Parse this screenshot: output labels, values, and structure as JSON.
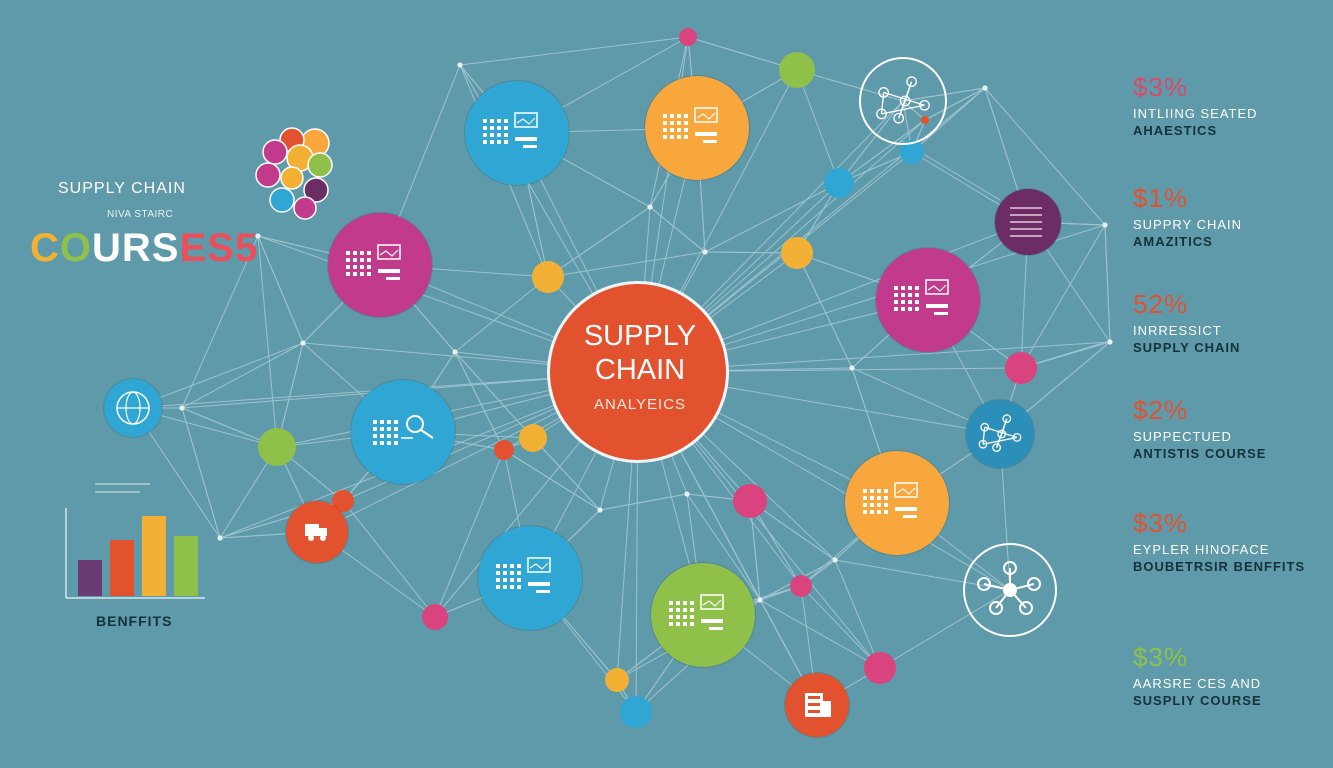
{
  "left_panel": {
    "title_line": "SUPPLY CHAIN",
    "subtitle": "NIVA STAIRC",
    "course_letters": [
      {
        "char": "C",
        "color": "#f2b134"
      },
      {
        "char": "O",
        "color": "#8fc04a"
      },
      {
        "char": "U",
        "color": "#ffffff"
      },
      {
        "char": "R",
        "color": "#ffffff"
      },
      {
        "char": "S",
        "color": "#ffffff"
      },
      {
        "char": "E",
        "color": "#e8505b"
      },
      {
        "char": "S",
        "color": "#e8505b"
      },
      {
        "char": "5",
        "color": "#e8505b"
      }
    ],
    "benefits_label": "BENFFITS",
    "bar_chart_values": [
      0.45,
      0.7,
      1.0,
      0.75
    ],
    "bar_chart_colors": [
      "#6b3b73",
      "#e3522e",
      "#f2b134",
      "#8fc04a"
    ]
  },
  "center": {
    "line1": "SUPPLY",
    "line2": "CHAIN",
    "line3": "ANALYEICS",
    "color": "#e3522e"
  },
  "stats": [
    {
      "pct": "$3%",
      "l1": "INTLIING SEATED",
      "l2": "AHAESTICS",
      "color": "#d84a6a"
    },
    {
      "pct": "$1%",
      "l1": "SUPPRY CHAIN",
      "l2": "AMAZITICS",
      "color": "#e3522e"
    },
    {
      "pct": "52%",
      "l1": "INRRESSICT",
      "l2": "SUPPLY CHAIN",
      "color": "#e3522e"
    },
    {
      "pct": "$2%",
      "l1": "SUPPECTUED",
      "l2": "ANTISTIS COURSE",
      "color": "#e3522e"
    },
    {
      "pct": "$3%",
      "l1": "EYPLER HINOFACE",
      "l2": "BOUBETRSIR BENFFITS",
      "color": "#e3522e"
    },
    {
      "pct": "$3%",
      "l1": "AARSRE CES AND",
      "l2": "SUSPLIY COURSE",
      "color": "#8fc04a"
    }
  ],
  "colors": {
    "background": "#5f9aaa",
    "blue": "#2fa6d3",
    "orange": "#f7a73c",
    "magenta": "#c23a8c",
    "green": "#8fc04a",
    "red": "#e3522e",
    "purple": "#6b2d63",
    "yellow": "#f2b134",
    "pink": "#d9447e"
  },
  "nodes": [
    {
      "id": "hub-blue-top",
      "icon": "dashboard-icon"
    },
    {
      "id": "hub-orange-top",
      "icon": "dashboard-icon"
    },
    {
      "id": "hub-magenta-left",
      "icon": "dashboard-icon"
    },
    {
      "id": "hub-blue-left",
      "icon": "magnifier-icon"
    },
    {
      "id": "hub-blue-bottom",
      "icon": "dashboard-icon"
    },
    {
      "id": "hub-green-bottom",
      "icon": "dashboard-icon"
    },
    {
      "id": "hub-magenta-right",
      "icon": "dashboard-icon"
    },
    {
      "id": "hub-orange-right",
      "icon": "dashboard-icon"
    },
    {
      "id": "hub-purple-right",
      "icon": "document-icon"
    },
    {
      "id": "hub-blue-right",
      "icon": "network-icon"
    },
    {
      "id": "hub-outline-top-right",
      "icon": "network-icon"
    },
    {
      "id": "hub-outline-bottom-right",
      "icon": "molecule-icon"
    },
    {
      "id": "hub-red-bottom",
      "icon": "building-icon"
    },
    {
      "id": "hub-red-left",
      "icon": "truck-icon"
    },
    {
      "id": "hub-blue-far-left",
      "icon": "globe-icon"
    }
  ]
}
